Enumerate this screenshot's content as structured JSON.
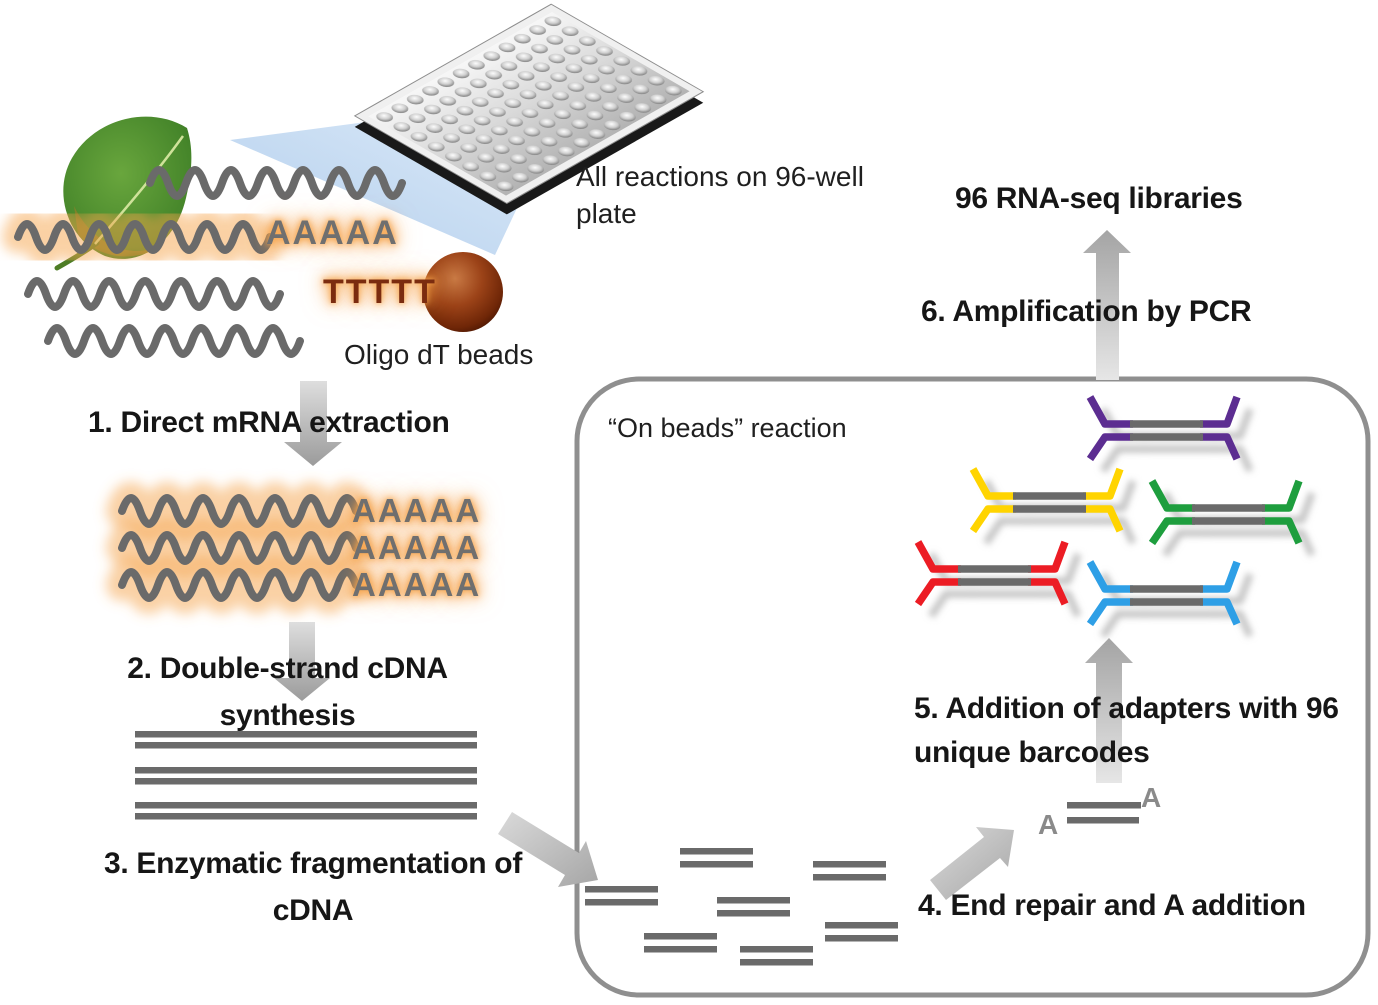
{
  "source_panel": {
    "plate_caption": "All reactions on 96-well plate",
    "oligo_caption": "Oligo dT beads",
    "polya_tail": "AAAAA",
    "oligo_dt": "TTTTT"
  },
  "mrna_rows": [
    {
      "tail": "AAAAA"
    },
    {
      "tail": "AAAAA"
    },
    {
      "tail": "AAAAA"
    }
  ],
  "steps": [
    {
      "label": "1. Direct mRNA extraction"
    },
    {
      "label": "2. Double-strand cDNA synthesis"
    },
    {
      "label": "3. Enzymatic fragmentation of cDNA"
    },
    {
      "label": "4. End repair and A addition"
    },
    {
      "label": "5. Addition of adapters with 96 unique barcodes"
    },
    {
      "label": "6. Amplification by PCR"
    }
  ],
  "beads_box": {
    "label": "“On beads” reaction"
  },
  "output": {
    "label": "96 RNA-seq libraries"
  },
  "a_addition": {
    "left": "A",
    "right": "A"
  },
  "adapters": [
    {
      "name": "purple",
      "color": "#5C2D91"
    },
    {
      "name": "yellow",
      "color": "#FFD400"
    },
    {
      "name": "green",
      "color": "#1E9E3E"
    },
    {
      "name": "red",
      "color": "#EC1C24"
    },
    {
      "name": "blue",
      "color": "#2E9FE6"
    }
  ],
  "palette": {
    "highlight_orange": "#F6A44C",
    "strand_gray": "#6A6A6A",
    "bead_brown": "#8A3512",
    "arrow_gray": "#BDBDBD",
    "box_border": "#8F8F8F"
  }
}
